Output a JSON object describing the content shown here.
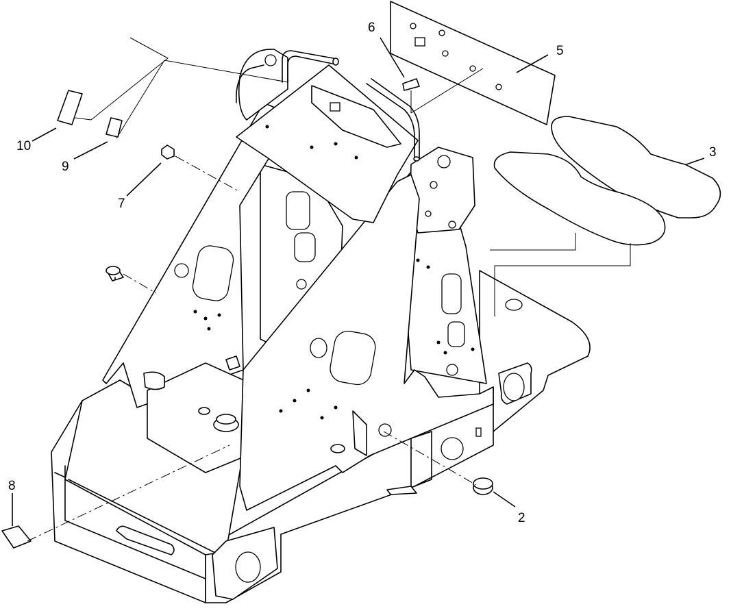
{
  "diagram": {
    "callouts": [
      {
        "id": "c2",
        "label": "2"
      },
      {
        "id": "c3",
        "label": "3"
      },
      {
        "id": "c5",
        "label": "5"
      },
      {
        "id": "c6",
        "label": "6"
      },
      {
        "id": "c7",
        "label": "7"
      },
      {
        "id": "c8",
        "label": "8"
      },
      {
        "id": "c9",
        "label": "9"
      },
      {
        "id": "c10",
        "label": "10"
      }
    ]
  }
}
